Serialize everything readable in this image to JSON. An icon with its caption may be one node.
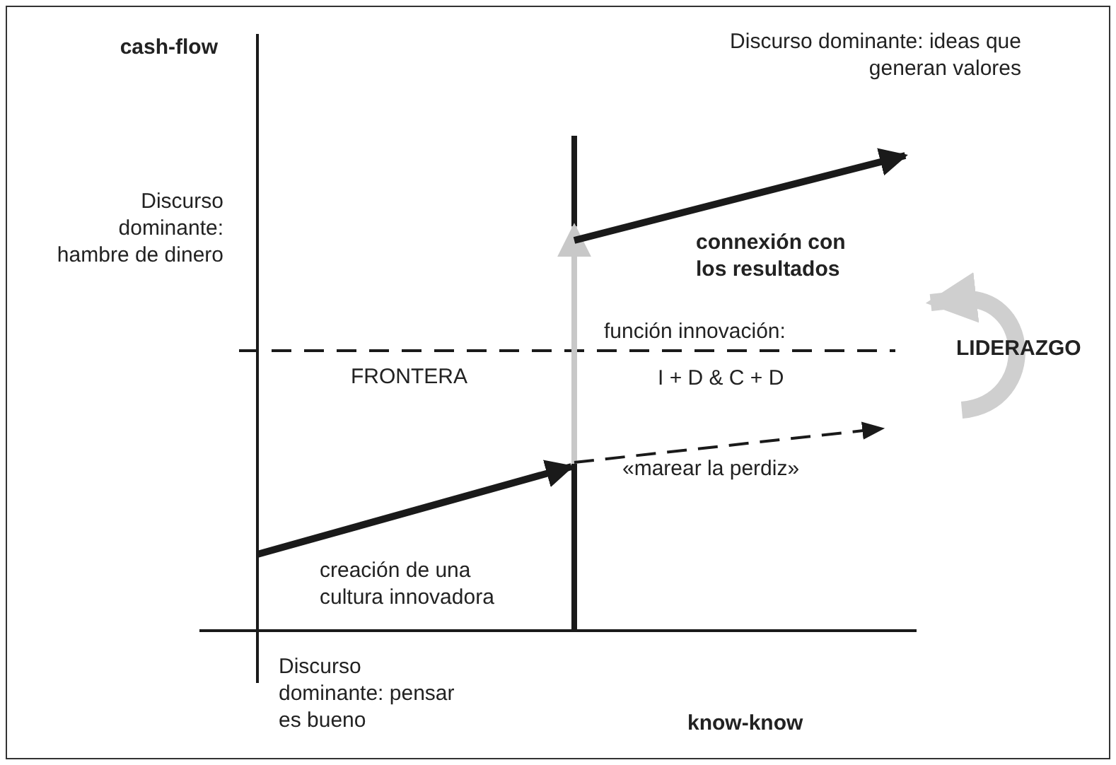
{
  "diagram": {
    "labels": [
      "cash-flow",
      "Discurso dominante: ideas que generan valores",
      "Discurso dominante: hambre de dinero",
      "connexión con los resultados",
      "función innovación:",
      "LIDERAZGO",
      "FRONTERA",
      "I + D & C + D",
      "«marear la perdiz»",
      "creación de una cultura innovadora",
      "Discurso dominante: pensar es bueno",
      "know-know"
    ]
  }
}
